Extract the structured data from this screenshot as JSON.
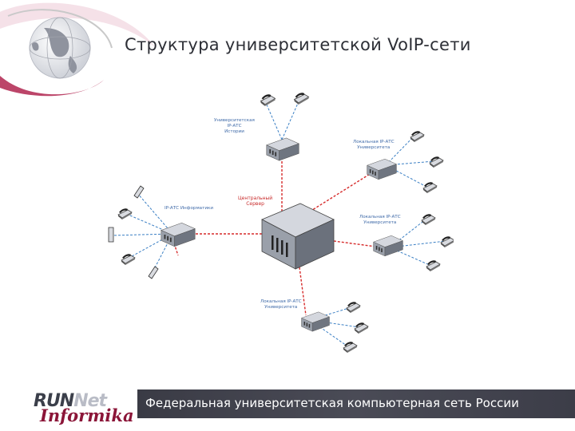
{
  "slide": {
    "title": "Структура университетской VoIP-сети",
    "footer_text": "Федеральная университетская компьютерная сеть России"
  },
  "logo": {
    "line1_a": "RUN",
    "line1_b": "Net",
    "line2": "Informika"
  },
  "diagram": {
    "central": {
      "line1": "Центральный",
      "line2": "Сервер"
    },
    "history": {
      "line1": "Университетская",
      "line2": "IP-АТС",
      "line3": "Истории"
    },
    "local_top": {
      "line1": "Локальная IP-АТС",
      "line2": "Университета"
    },
    "informatics": {
      "line1": "IP-АТС Информатики"
    },
    "local_right": {
      "line1": "Локальная IP-АТС",
      "line2": "Университета"
    },
    "local_bottom": {
      "line1": "Локальная IP-АТС",
      "line2": "Университета"
    }
  },
  "colors": {
    "link_red": "#d62a2a",
    "link_blue": "#3a7fc4",
    "label_blue": "#3f6aa8",
    "label_red": "#c82b2b",
    "footer_bg": "#43444f",
    "logo_red": "#8b1538"
  },
  "icons": [
    "globe-swoosh-icon",
    "server-icon",
    "ip-pbx-icon",
    "ip-phone-icon",
    "wireless-phone-icon"
  ]
}
